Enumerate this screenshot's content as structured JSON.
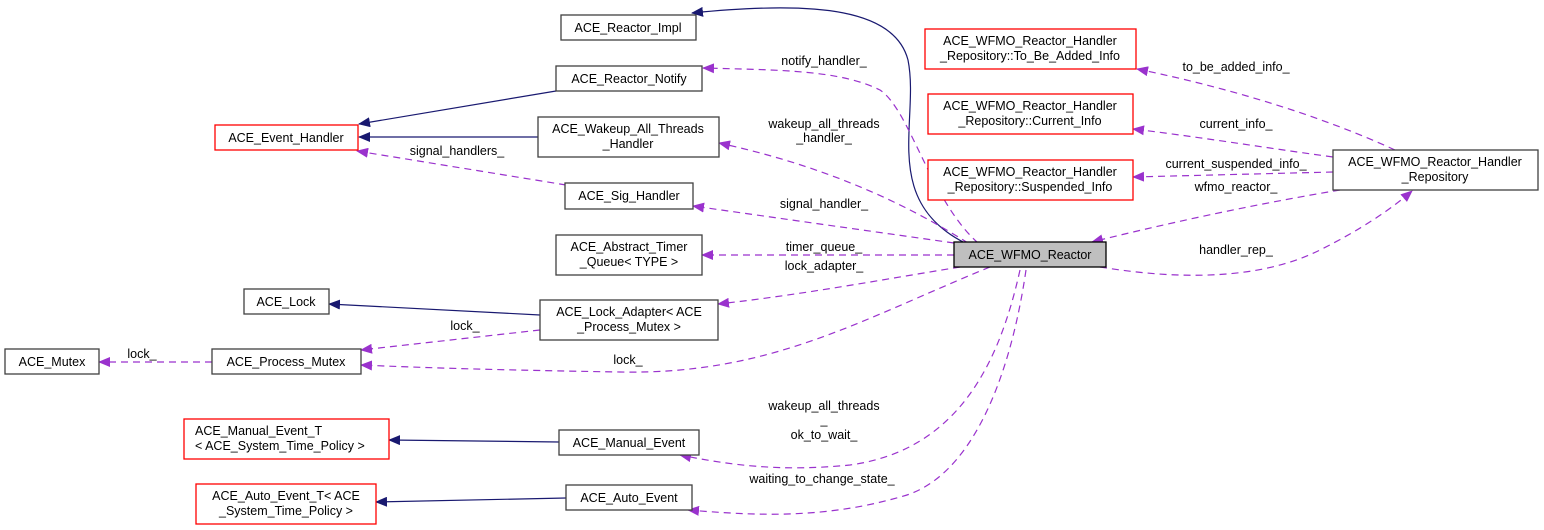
{
  "diagram": {
    "title": "Collaboration diagram for ACE_WFMO_Reactor",
    "colors": {
      "inheritance_edge": "#191970",
      "usage_edge": "#9a32cd",
      "focus_fill": "#bfbfbf",
      "undocumented_border": "#ff0000",
      "documented_border": "#404040"
    },
    "nodes": {
      "wfmo_reactor": [
        "ACE_WFMO_Reactor"
      ],
      "reactor_impl": [
        "ACE_Reactor_Impl"
      ],
      "reactor_notify": [
        "ACE_Reactor_Notify"
      ],
      "event_handler": [
        "ACE_Event_Handler"
      ],
      "wakeup_handler": [
        "ACE_Wakeup_All_Threads",
        "_Handler"
      ],
      "sig_handler": [
        "ACE_Sig_Handler"
      ],
      "timer_queue": [
        "ACE_Abstract_Timer",
        "_Queue< TYPE >"
      ],
      "lock": [
        "ACE_Lock"
      ],
      "lock_adapter": [
        "ACE_Lock_Adapter< ACE",
        "_Process_Mutex >"
      ],
      "mutex": [
        "ACE_Mutex"
      ],
      "process_mutex": [
        "ACE_Process_Mutex"
      ],
      "manual_event_t": [
        "ACE_Manual_Event_T",
        "< ACE_System_Time_Policy >"
      ],
      "manual_event": [
        "ACE_Manual_Event"
      ],
      "auto_event_t": [
        "ACE_Auto_Event_T< ACE",
        "_System_Time_Policy >"
      ],
      "auto_event": [
        "ACE_Auto_Event"
      ],
      "to_be_added": [
        "ACE_WFMO_Reactor_Handler",
        "_Repository::To_Be_Added_Info"
      ],
      "current_info": [
        "ACE_WFMO_Reactor_Handler",
        "_Repository::Current_Info"
      ],
      "suspended_info": [
        "ACE_WFMO_Reactor_Handler",
        "_Repository::Suspended_Info"
      ],
      "handler_repository": [
        "ACE_WFMO_Reactor_Handler",
        "_Repository"
      ]
    },
    "edge_labels": {
      "notify_handler": "notify_handler_",
      "wakeup_handler_1": "wakeup_all_threads",
      "wakeup_handler_2": "_handler_",
      "signal_handlers": "signal_handlers_",
      "signal_handler": "signal_handler_",
      "timer_queue": "timer_queue_",
      "lock_adapter": "lock_adapter_",
      "lock_adapter_lock": "lock_",
      "mutex_lock": "lock_",
      "reactor_lock": "lock_",
      "ok_to_wait_1": "wakeup_all_threads",
      "ok_to_wait_2": "_",
      "ok_to_wait_3": "ok_to_wait_",
      "waiting_to_change_state": "waiting_to_change_state_",
      "to_be_added_info": "to_be_added_info_",
      "current_info": "current_info_",
      "current_suspended_info": "current_suspended_info_",
      "wfmo_reactor": "wfmo_reactor_",
      "handler_rep": "handler_rep_"
    }
  }
}
